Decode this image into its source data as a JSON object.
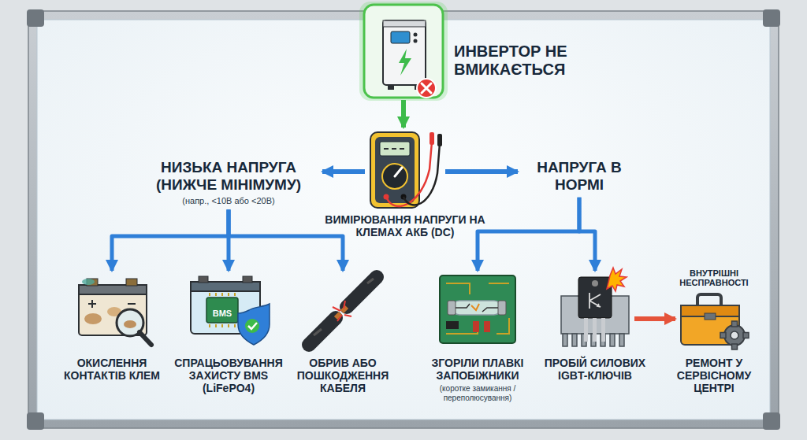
{
  "diagram": {
    "nodes": [
      {
        "text": [
          "ИНВЕРТОР НЕ ВМИКАЄТЬСЯ"
        ]
      },
      {
        "text": [
          "ВИМІРЮВАННЯ НАПРУГИ НА КЛЕМАХ АКБ (DC)"
        ]
      },
      {
        "text": [
          "НИЗЬКА НАПРУГА (НИЖЧЕ МІНІМУМУ)",
          "(напр., <10В або <20В)"
        ]
      },
      {
        "text": [
          "НАПРУГА В НОРМІ"
        ]
      },
      {
        "text": [
          "ОКИСЛЕННЯ КОНТАКТІВ КЛЕМ"
        ]
      },
      {
        "text": [
          "СПРАЦЬОВУВАННЯ ЗАХИСТУ BMS (LiFePO4)"
        ]
      },
      {
        "text": [
          "ОБРИВ АБО ПОШКОДЖЕННЯ КАБЕЛЯ"
        ]
      },
      {
        "text": [
          "ЗГОРІЛИ ПЛАВКІ ЗАПОБІЖНИКИ",
          "(коротке замикання / переполюсування)"
        ]
      },
      {
        "text": [
          "ПРОБІЙ СИЛОВИХ IGBT-КЛЮЧІВ"
        ]
      },
      {
        "text": [
          "ВНУТРІШНІ НЕСПРАВНОСТІ",
          "РЕМОНТ У СЕРВІСНОМУ ЦЕНТРІ"
        ]
      }
    ],
    "edges": [
      {
        "from": 0,
        "to": 1,
        "arrow": "to"
      },
      {
        "from": 1,
        "to": 2,
        "arrow": "to"
      },
      {
        "from": 1,
        "to": 3,
        "arrow": "to"
      },
      {
        "from": 2,
        "to": 4,
        "arrow": "to"
      },
      {
        "from": 2,
        "to": 5,
        "arrow": "to"
      },
      {
        "from": 2,
        "to": 6,
        "arrow": "to"
      },
      {
        "from": 3,
        "to": 7,
        "arrow": "to"
      },
      {
        "from": 3,
        "to": 8,
        "arrow": "to"
      },
      {
        "from": 8,
        "to": 9,
        "arrow": "to"
      }
    ],
    "labels": [
      "BMS"
    ]
  }
}
